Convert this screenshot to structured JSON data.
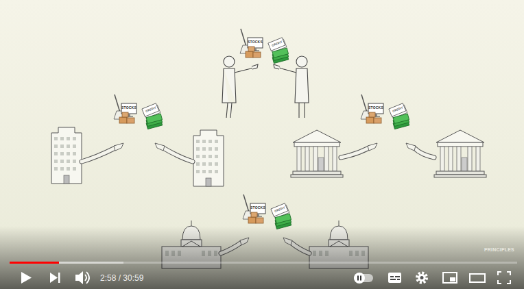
{
  "diagram": {
    "labels": [
      "STOCKS",
      "CREDIT",
      "STOCKS",
      "CREDIT",
      "STOCKS",
      "CREDIT",
      "STOCKS",
      "CREDIT",
      "PRINCIPLES",
      "2:58 / 30:59"
    ]
  }
}
